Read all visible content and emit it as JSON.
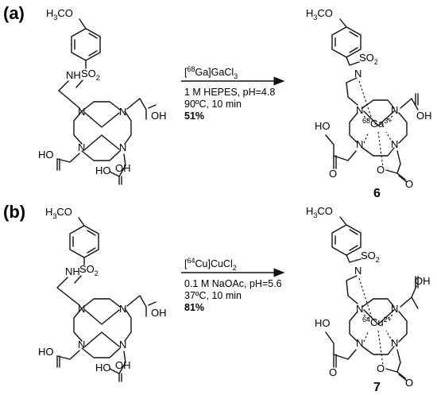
{
  "panels": [
    {
      "label": "(a)",
      "reagent": "[68Ga]GaCl3",
      "reagent_parts": {
        "pre": "[",
        "isotope": "68",
        "mid": "Ga]GaCl",
        "sub": "3"
      },
      "conditions": [
        "1 M HEPES, pH=4.8",
        "90ºC, 10 min"
      ],
      "yield": "51%",
      "product_number": "6",
      "metal": {
        "mass": "68",
        "symbol": "Ga",
        "charge": "3+"
      }
    },
    {
      "label": "(b)",
      "reagent": "[64Cu]CuCl2",
      "reagent_parts": {
        "pre": "[",
        "isotope": "64",
        "mid": "Cu]CuCl",
        "sub": "2"
      },
      "conditions": [
        "0.1 M NaOAc, pH=5.6",
        "37ºC, 10 min"
      ],
      "yield": "81%",
      "product_number": "7",
      "metal": {
        "mass": "64",
        "symbol": "Cu",
        "charge": "2+"
      }
    }
  ],
  "atoms": {
    "methoxy": "H3CO",
    "methoxy_parts": {
      "h": "H",
      "sub": "3",
      "rest": "CO"
    },
    "sulfonyl_parts": {
      "s": "SO",
      "sub": "2"
    },
    "nh": "NH",
    "n": "N",
    "oh": "OH",
    "ho": "HO",
    "o": "O"
  }
}
